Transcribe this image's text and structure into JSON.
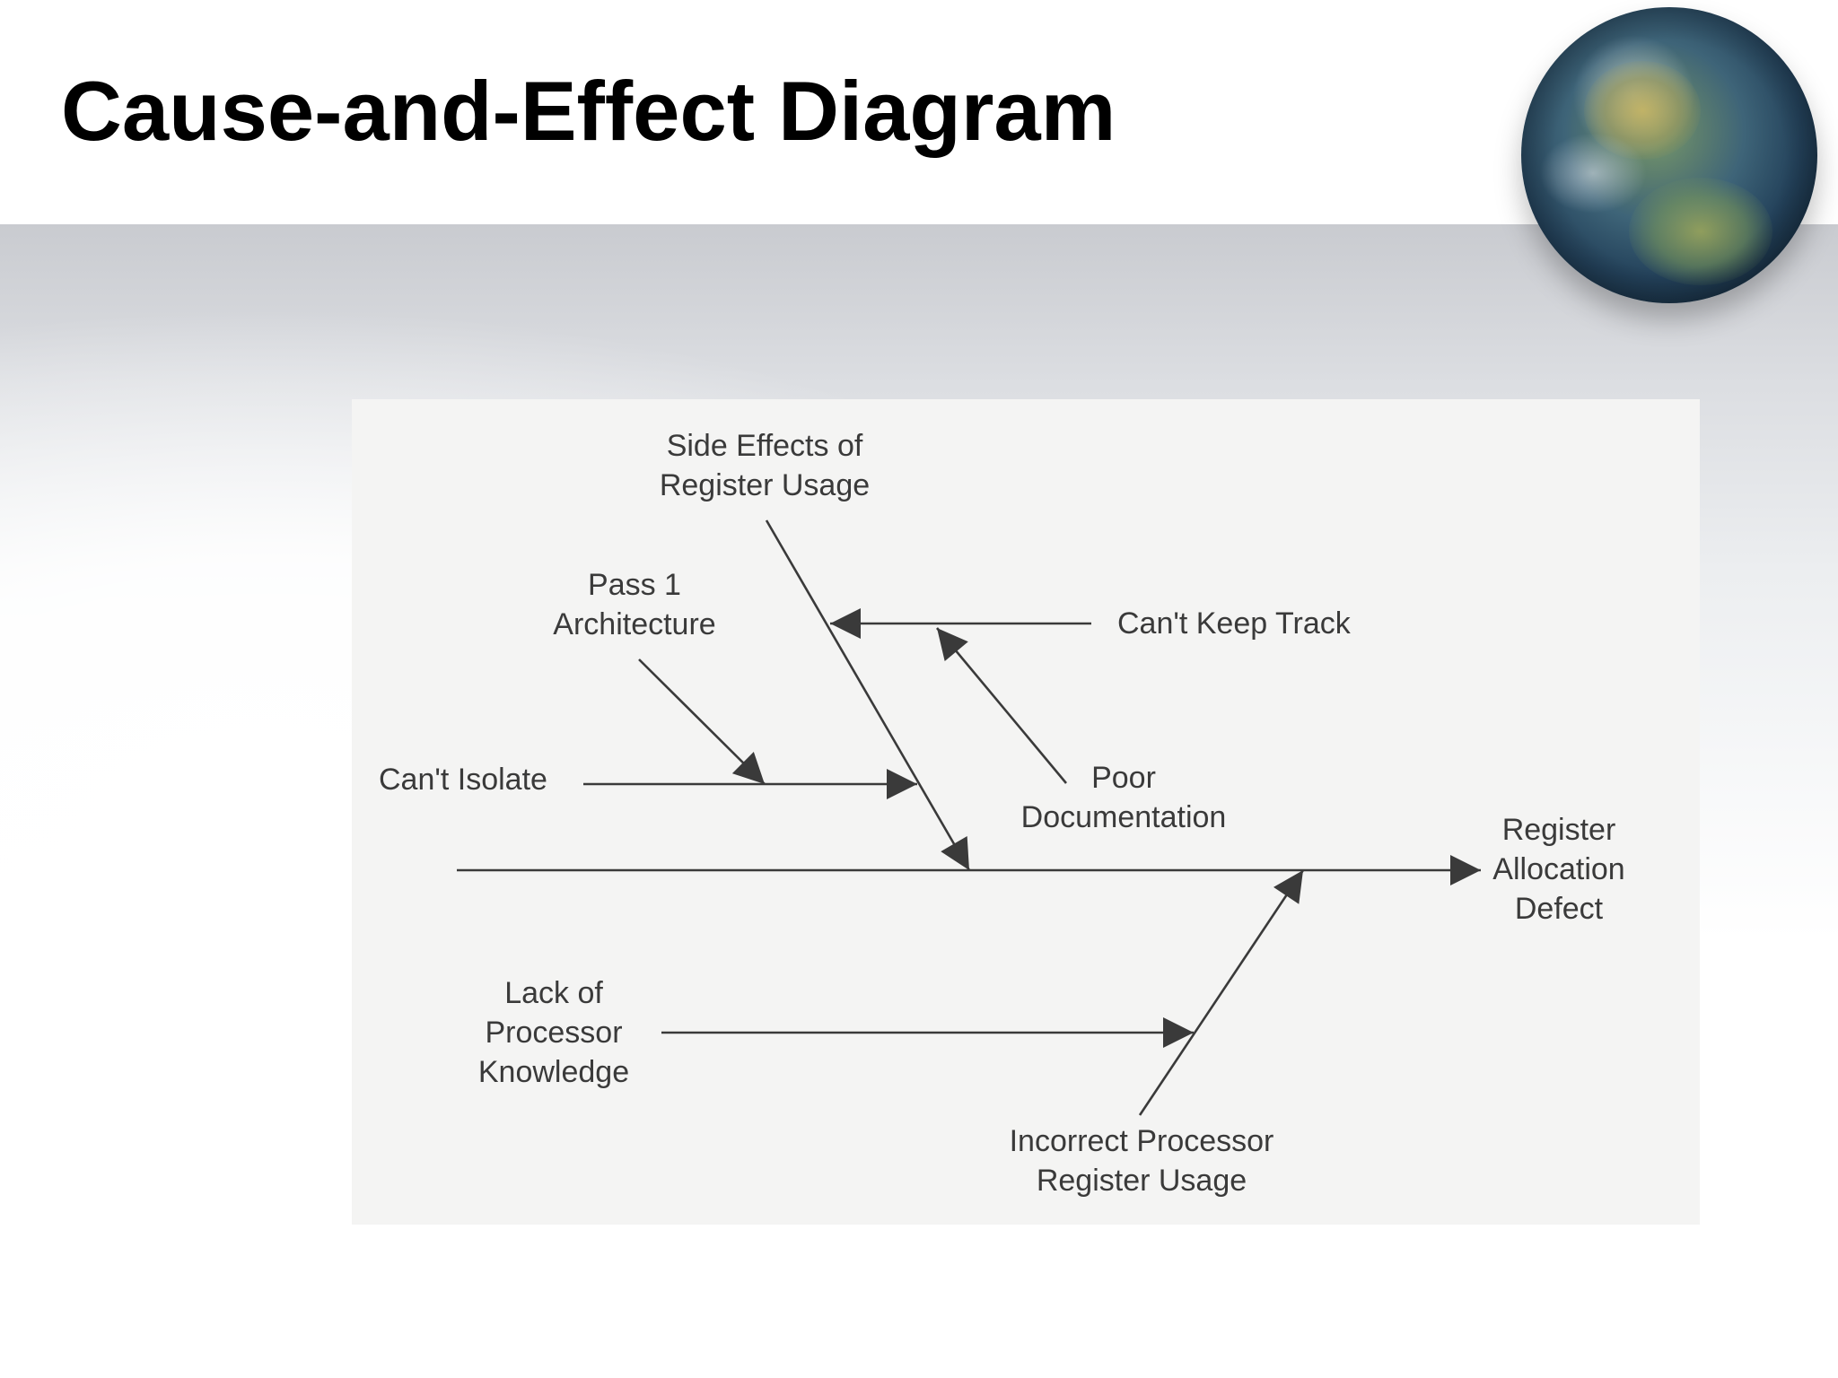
{
  "slide": {
    "title": "Cause-and-Effect Diagram"
  },
  "diagram": {
    "effect": [
      "Register",
      "Allocation",
      "Defect"
    ],
    "causes": {
      "side_effects": [
        "Side Effects of",
        "Register Usage"
      ],
      "pass1": [
        "Pass 1",
        "Architecture"
      ],
      "cant_keep_track": "Can't Keep Track",
      "cant_isolate": "Can't Isolate",
      "poor_documentation": [
        "Poor",
        "Documentation"
      ],
      "lack_of_knowledge": [
        "Lack of",
        "Processor",
        "Knowledge"
      ],
      "incorrect_usage": [
        "Incorrect Processor",
        "Register Usage"
      ]
    }
  }
}
